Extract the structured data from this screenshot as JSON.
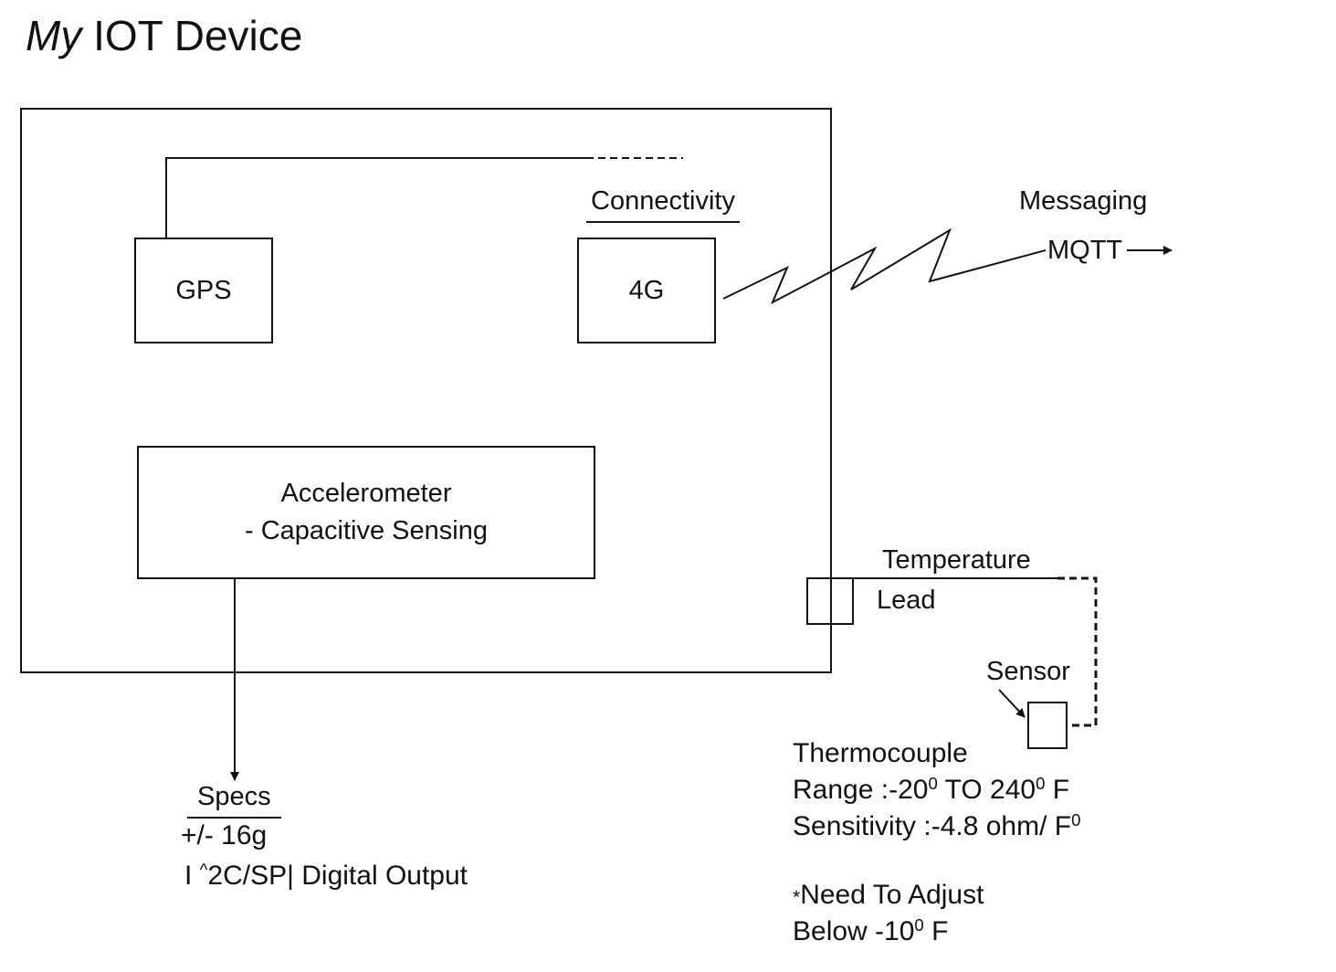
{
  "title": {
    "italic": "My",
    "rest": "IOT Device"
  },
  "device": {
    "gps_label": "GPS",
    "connectivity_label": "Connectivity",
    "cellular_label": "4G",
    "accelerometer_line1": "Accelerometer",
    "accelerometer_line2": "- Capacitive Sensing"
  },
  "messaging": {
    "label": "Messaging",
    "protocol": "MQTT"
  },
  "temperature": {
    "label": "Temperature",
    "lead_label": "Lead",
    "sensor_label": "Sensor",
    "type": "Thermocouple",
    "range_prefix": "Range :-20",
    "range_sup1": "0",
    "range_mid": " TO 240",
    "range_sup2": "0",
    "range_suffix": " F",
    "sensitivity_text": "Sensitivity :-4.8 ohm/ F",
    "sensitivity_sup": "0",
    "note_star": "*",
    "note_line1": "Need To Adjust",
    "note_line2_prefix": "Below -10",
    "note_line2_sup": "0",
    "note_line2_suffix": " F"
  },
  "specs": {
    "label": "Specs",
    "line1": "+/- 16g",
    "line2_prefix": "I ",
    "line2_caret": "^",
    "line2_suffix": "2C/SP| Digital Output"
  }
}
